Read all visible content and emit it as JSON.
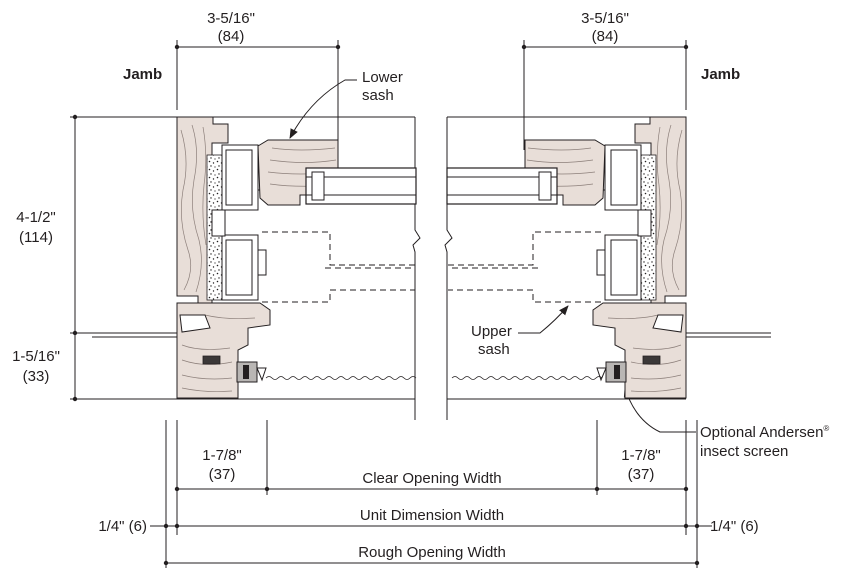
{
  "labels": {
    "jamb_left": "Jamb",
    "jamb_right": "Jamb",
    "lower_sash": [
      "Lower",
      "sash"
    ],
    "upper_sash": [
      "Upper",
      "sash"
    ],
    "insect_screen_line1": "Optional Andersen",
    "insect_screen_reg": "®",
    "insect_screen_line2": "insect screen"
  },
  "dimensions": {
    "top_left": {
      "imperial": "3-5/16\"",
      "metric": "(84)"
    },
    "top_right": {
      "imperial": "3-5/16\"",
      "metric": "(84)"
    },
    "height_main": {
      "imperial": "4-1/2\"",
      "metric": "(114)"
    },
    "height_sill": {
      "imperial": "1-5/16\"",
      "metric": "(33)"
    },
    "bottom_left": {
      "imperial": "1-7/8\"",
      "metric": "(37)"
    },
    "bottom_right": {
      "imperial": "1-7/8\"",
      "metric": "(37)"
    },
    "side_left": "1/4\" (6)",
    "side_right": "1/4\" (6)",
    "clear_opening": "Clear Opening Width",
    "unit_dimension": "Unit Dimension Width",
    "rough_opening": "Rough Opening Width"
  },
  "colors": {
    "line": "#231f20",
    "wood": "#e8ded8",
    "screen_gray": "#b9b6b4"
  }
}
